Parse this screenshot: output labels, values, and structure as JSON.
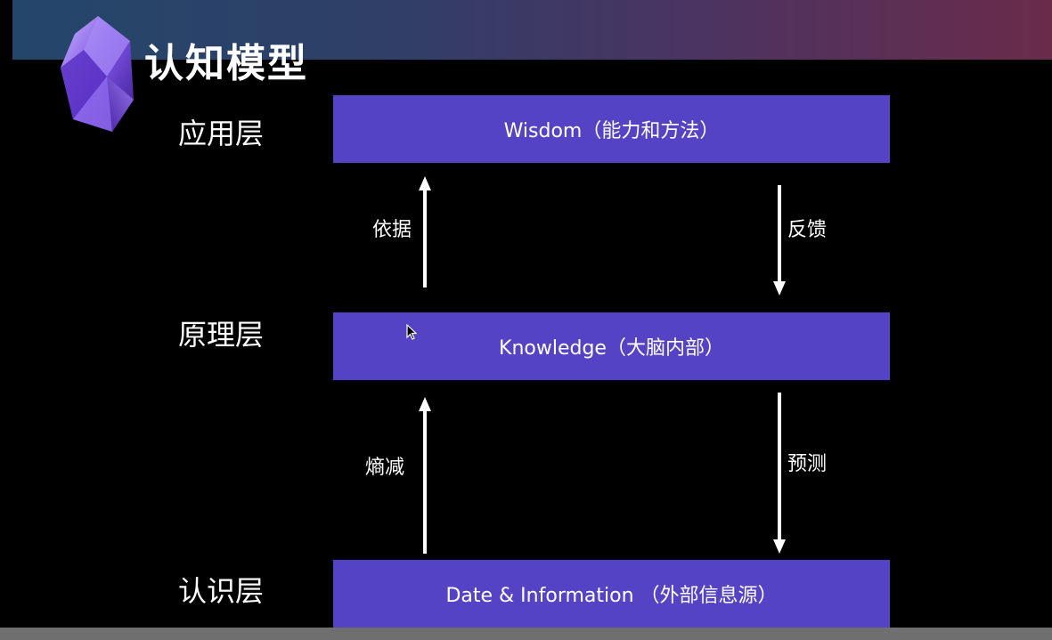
{
  "page": {
    "title": "认知模型"
  },
  "logo": {
    "icon": "obsidian-crystal-icon",
    "colors": [
      "#8a6cf0",
      "#6a3fd8",
      "#4c22a8",
      "#b99cf5"
    ]
  },
  "diagram": {
    "layers": [
      {
        "label": "应用层",
        "box_text": "Wisdom（能力和方法）"
      },
      {
        "label": "原理层",
        "box_text": "Knowledge（大脑内部）"
      },
      {
        "label": "认识层",
        "box_text": "Date & Information （外部信息源）"
      }
    ],
    "arrows": [
      {
        "label": "依据",
        "direction": "up",
        "from": "原理层",
        "to": "应用层"
      },
      {
        "label": "反馈",
        "direction": "down",
        "from": "应用层",
        "to": "原理层"
      },
      {
        "label": "熵减",
        "direction": "up",
        "from": "认识层",
        "to": "原理层"
      },
      {
        "label": "预测",
        "direction": "down",
        "from": "原理层",
        "to": "认识层"
      }
    ],
    "box_color": "#5443c4",
    "arrow_color": "#ffffff"
  }
}
